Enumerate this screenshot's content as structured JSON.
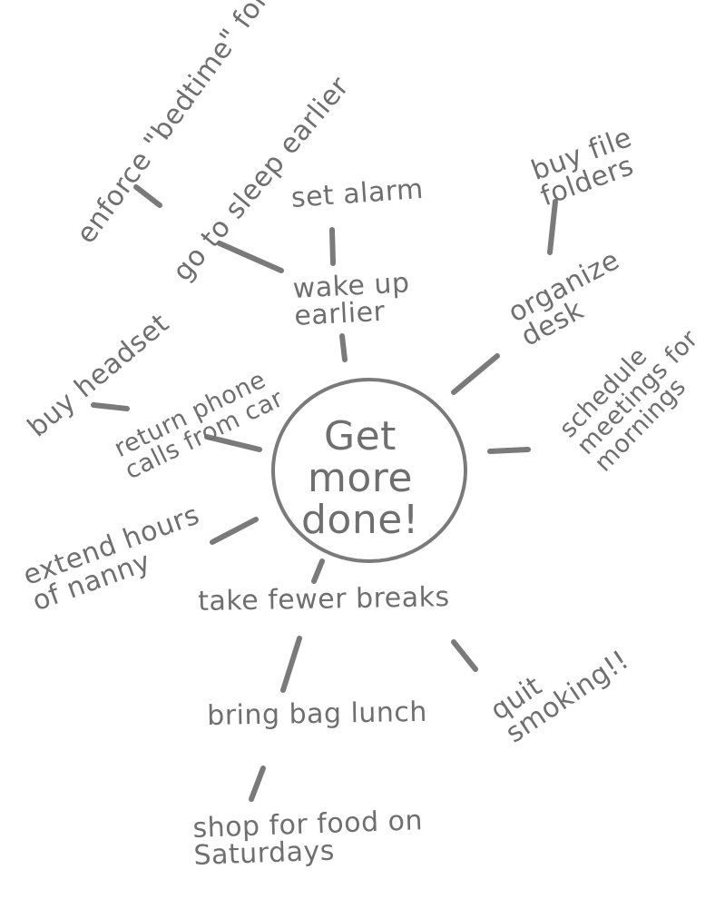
{
  "diagram": {
    "center": "Get\nmore\ndone!",
    "nodes": {
      "wake_up": "wake up\nearlier",
      "set_alarm": "set alarm",
      "sleep_earlier": "go to sleep earlier",
      "bedtime": "enforce \"bedtime\" for kids",
      "organize_desk": "organize\ndesk",
      "file_folders": "buy file\nfolders",
      "schedule": "schedule\nmeetings for\nmornings",
      "return_calls": "return phone\ncalls from car",
      "headset": "buy headset",
      "extend_nanny": "extend hours\nof nanny",
      "fewer_breaks": "take fewer breaks",
      "quit_smoking": "quit\nsmoking!!",
      "bag_lunch": "bring bag lunch",
      "shop_food": "shop for food on\nSaturdays"
    },
    "ink_color": "#6f6f6f"
  }
}
